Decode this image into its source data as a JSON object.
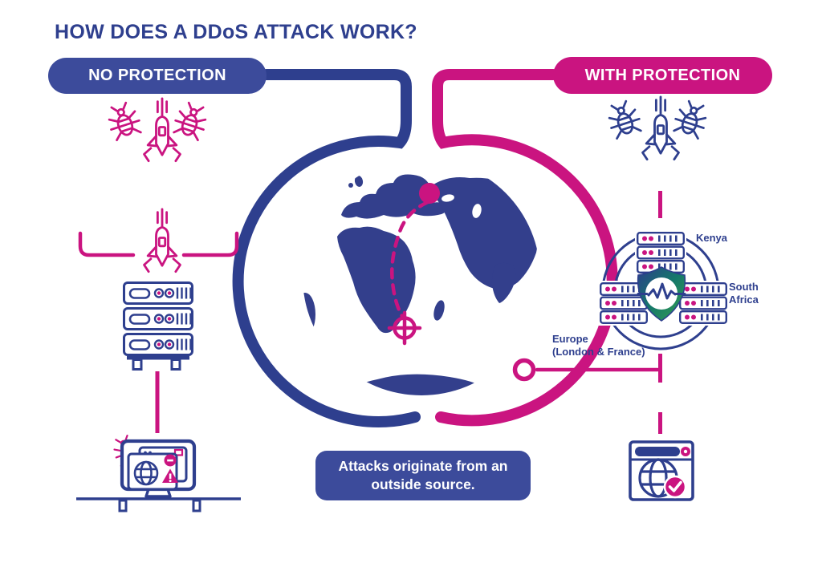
{
  "title": "HOW DOES A DDoS ATTACK WORK?",
  "panels": {
    "left": {
      "label": "NO PROTECTION"
    },
    "right": {
      "label": "WITH PROTECTION"
    }
  },
  "caption": {
    "text": "Attacks originate from an outside source."
  },
  "labels": {
    "kenya": "Kenya",
    "south_africa": "South Africa",
    "europe": "Europe",
    "europe_detail": "(London & France)"
  },
  "icons": {
    "attack_bot": "bug-icon",
    "attack": "missile-icon",
    "unprotected_servers": "server-rack-icon",
    "compromised_site": "monitor-error-icon",
    "globe": "globe-icon",
    "attack_origin": "origin-dot",
    "attack_target": "crosshair-icon",
    "route_node": "ring-node",
    "scrubbing_centers": "server-cluster-icon",
    "protection": "shield-pulse-icon",
    "protected_site": "browser-check-icon"
  },
  "theme": {
    "navy": "#2e3f8e",
    "indigo": "#3c4b9b",
    "land": "#333f8c",
    "pink": "#ca1480",
    "shield_navy": "#2c3e8c",
    "shield_teal": "#15786a",
    "shield_green": "#36a04e",
    "background": "#ffffff",
    "text_light": "#ffffff"
  }
}
